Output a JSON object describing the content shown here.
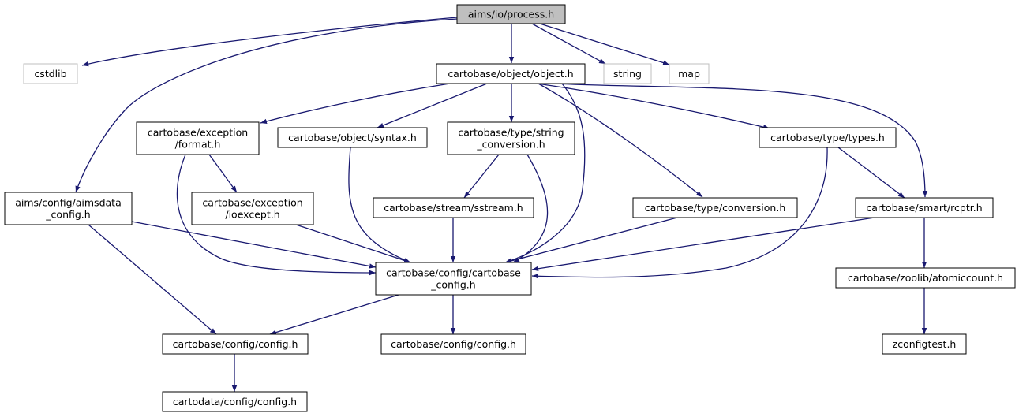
{
  "graph": {
    "root": "process",
    "colors": {
      "edge": "#191970",
      "root_fill": "#bfbfbf",
      "box_border": "#000000",
      "external_border": "#bfbfbf"
    },
    "nodes": [
      {
        "id": "process",
        "lines": [
          "aims/io/process.h"
        ],
        "kind": "root"
      },
      {
        "id": "cstdlib",
        "lines": [
          "cstdlib"
        ],
        "kind": "external"
      },
      {
        "id": "object",
        "lines": [
          "cartobase/object/object.h"
        ],
        "kind": "internal"
      },
      {
        "id": "string",
        "lines": [
          "string"
        ],
        "kind": "external"
      },
      {
        "id": "map",
        "lines": [
          "map"
        ],
        "kind": "external"
      },
      {
        "id": "exc_format",
        "lines": [
          "cartobase/exception",
          "/format.h"
        ],
        "kind": "internal"
      },
      {
        "id": "syntax",
        "lines": [
          "cartobase/object/syntax.h"
        ],
        "kind": "internal"
      },
      {
        "id": "string_conv",
        "lines": [
          "cartobase/type/string",
          "_conversion.h"
        ],
        "kind": "internal"
      },
      {
        "id": "types",
        "lines": [
          "cartobase/type/types.h"
        ],
        "kind": "internal"
      },
      {
        "id": "aimsdata_config",
        "lines": [
          "aims/config/aimsdata",
          "_config.h"
        ],
        "kind": "internal"
      },
      {
        "id": "ioexcept",
        "lines": [
          "cartobase/exception",
          "/ioexcept.h"
        ],
        "kind": "internal"
      },
      {
        "id": "sstream",
        "lines": [
          "cartobase/stream/sstream.h"
        ],
        "kind": "internal"
      },
      {
        "id": "conversion",
        "lines": [
          "cartobase/type/conversion.h"
        ],
        "kind": "internal"
      },
      {
        "id": "rcptr",
        "lines": [
          "cartobase/smart/rcptr.h"
        ],
        "kind": "internal"
      },
      {
        "id": "cartobase_config",
        "lines": [
          "cartobase/config/cartobase",
          "_config.h"
        ],
        "kind": "internal"
      },
      {
        "id": "atomiccount",
        "lines": [
          "cartobase/zoolib/atomiccount.h"
        ],
        "kind": "internal"
      },
      {
        "id": "config_a",
        "lines": [
          "cartobase/config/config.h"
        ],
        "kind": "internal"
      },
      {
        "id": "config_b",
        "lines": [
          "cartobase/config/config.h"
        ],
        "kind": "internal"
      },
      {
        "id": "zconfigtest",
        "lines": [
          "zconfigtest.h"
        ],
        "kind": "internal"
      },
      {
        "id": "cartodata_config",
        "lines": [
          "cartodata/config/config.h"
        ],
        "kind": "internal"
      }
    ],
    "edges": [
      {
        "from": "process",
        "to": "cstdlib"
      },
      {
        "from": "process",
        "to": "object"
      },
      {
        "from": "process",
        "to": "string"
      },
      {
        "from": "process",
        "to": "map"
      },
      {
        "from": "process",
        "to": "aimsdata_config"
      },
      {
        "from": "object",
        "to": "exc_format"
      },
      {
        "from": "object",
        "to": "syntax"
      },
      {
        "from": "object",
        "to": "string_conv"
      },
      {
        "from": "object",
        "to": "types"
      },
      {
        "from": "object",
        "to": "conversion"
      },
      {
        "from": "object",
        "to": "rcptr"
      },
      {
        "from": "object",
        "to": "cartobase_config"
      },
      {
        "from": "exc_format",
        "to": "ioexcept"
      },
      {
        "from": "exc_format",
        "to": "cartobase_config"
      },
      {
        "from": "syntax",
        "to": "cartobase_config"
      },
      {
        "from": "string_conv",
        "to": "sstream"
      },
      {
        "from": "string_conv",
        "to": "cartobase_config"
      },
      {
        "from": "types",
        "to": "rcptr"
      },
      {
        "from": "types",
        "to": "cartobase_config"
      },
      {
        "from": "aimsdata_config",
        "to": "cartobase_config"
      },
      {
        "from": "aimsdata_config",
        "to": "config_a"
      },
      {
        "from": "ioexcept",
        "to": "cartobase_config"
      },
      {
        "from": "sstream",
        "to": "cartobase_config"
      },
      {
        "from": "conversion",
        "to": "cartobase_config"
      },
      {
        "from": "rcptr",
        "to": "cartobase_config"
      },
      {
        "from": "rcptr",
        "to": "atomiccount"
      },
      {
        "from": "cartobase_config",
        "to": "config_a"
      },
      {
        "from": "cartobase_config",
        "to": "config_b"
      },
      {
        "from": "atomiccount",
        "to": "zconfigtest"
      },
      {
        "from": "config_a",
        "to": "cartodata_config"
      }
    ]
  }
}
